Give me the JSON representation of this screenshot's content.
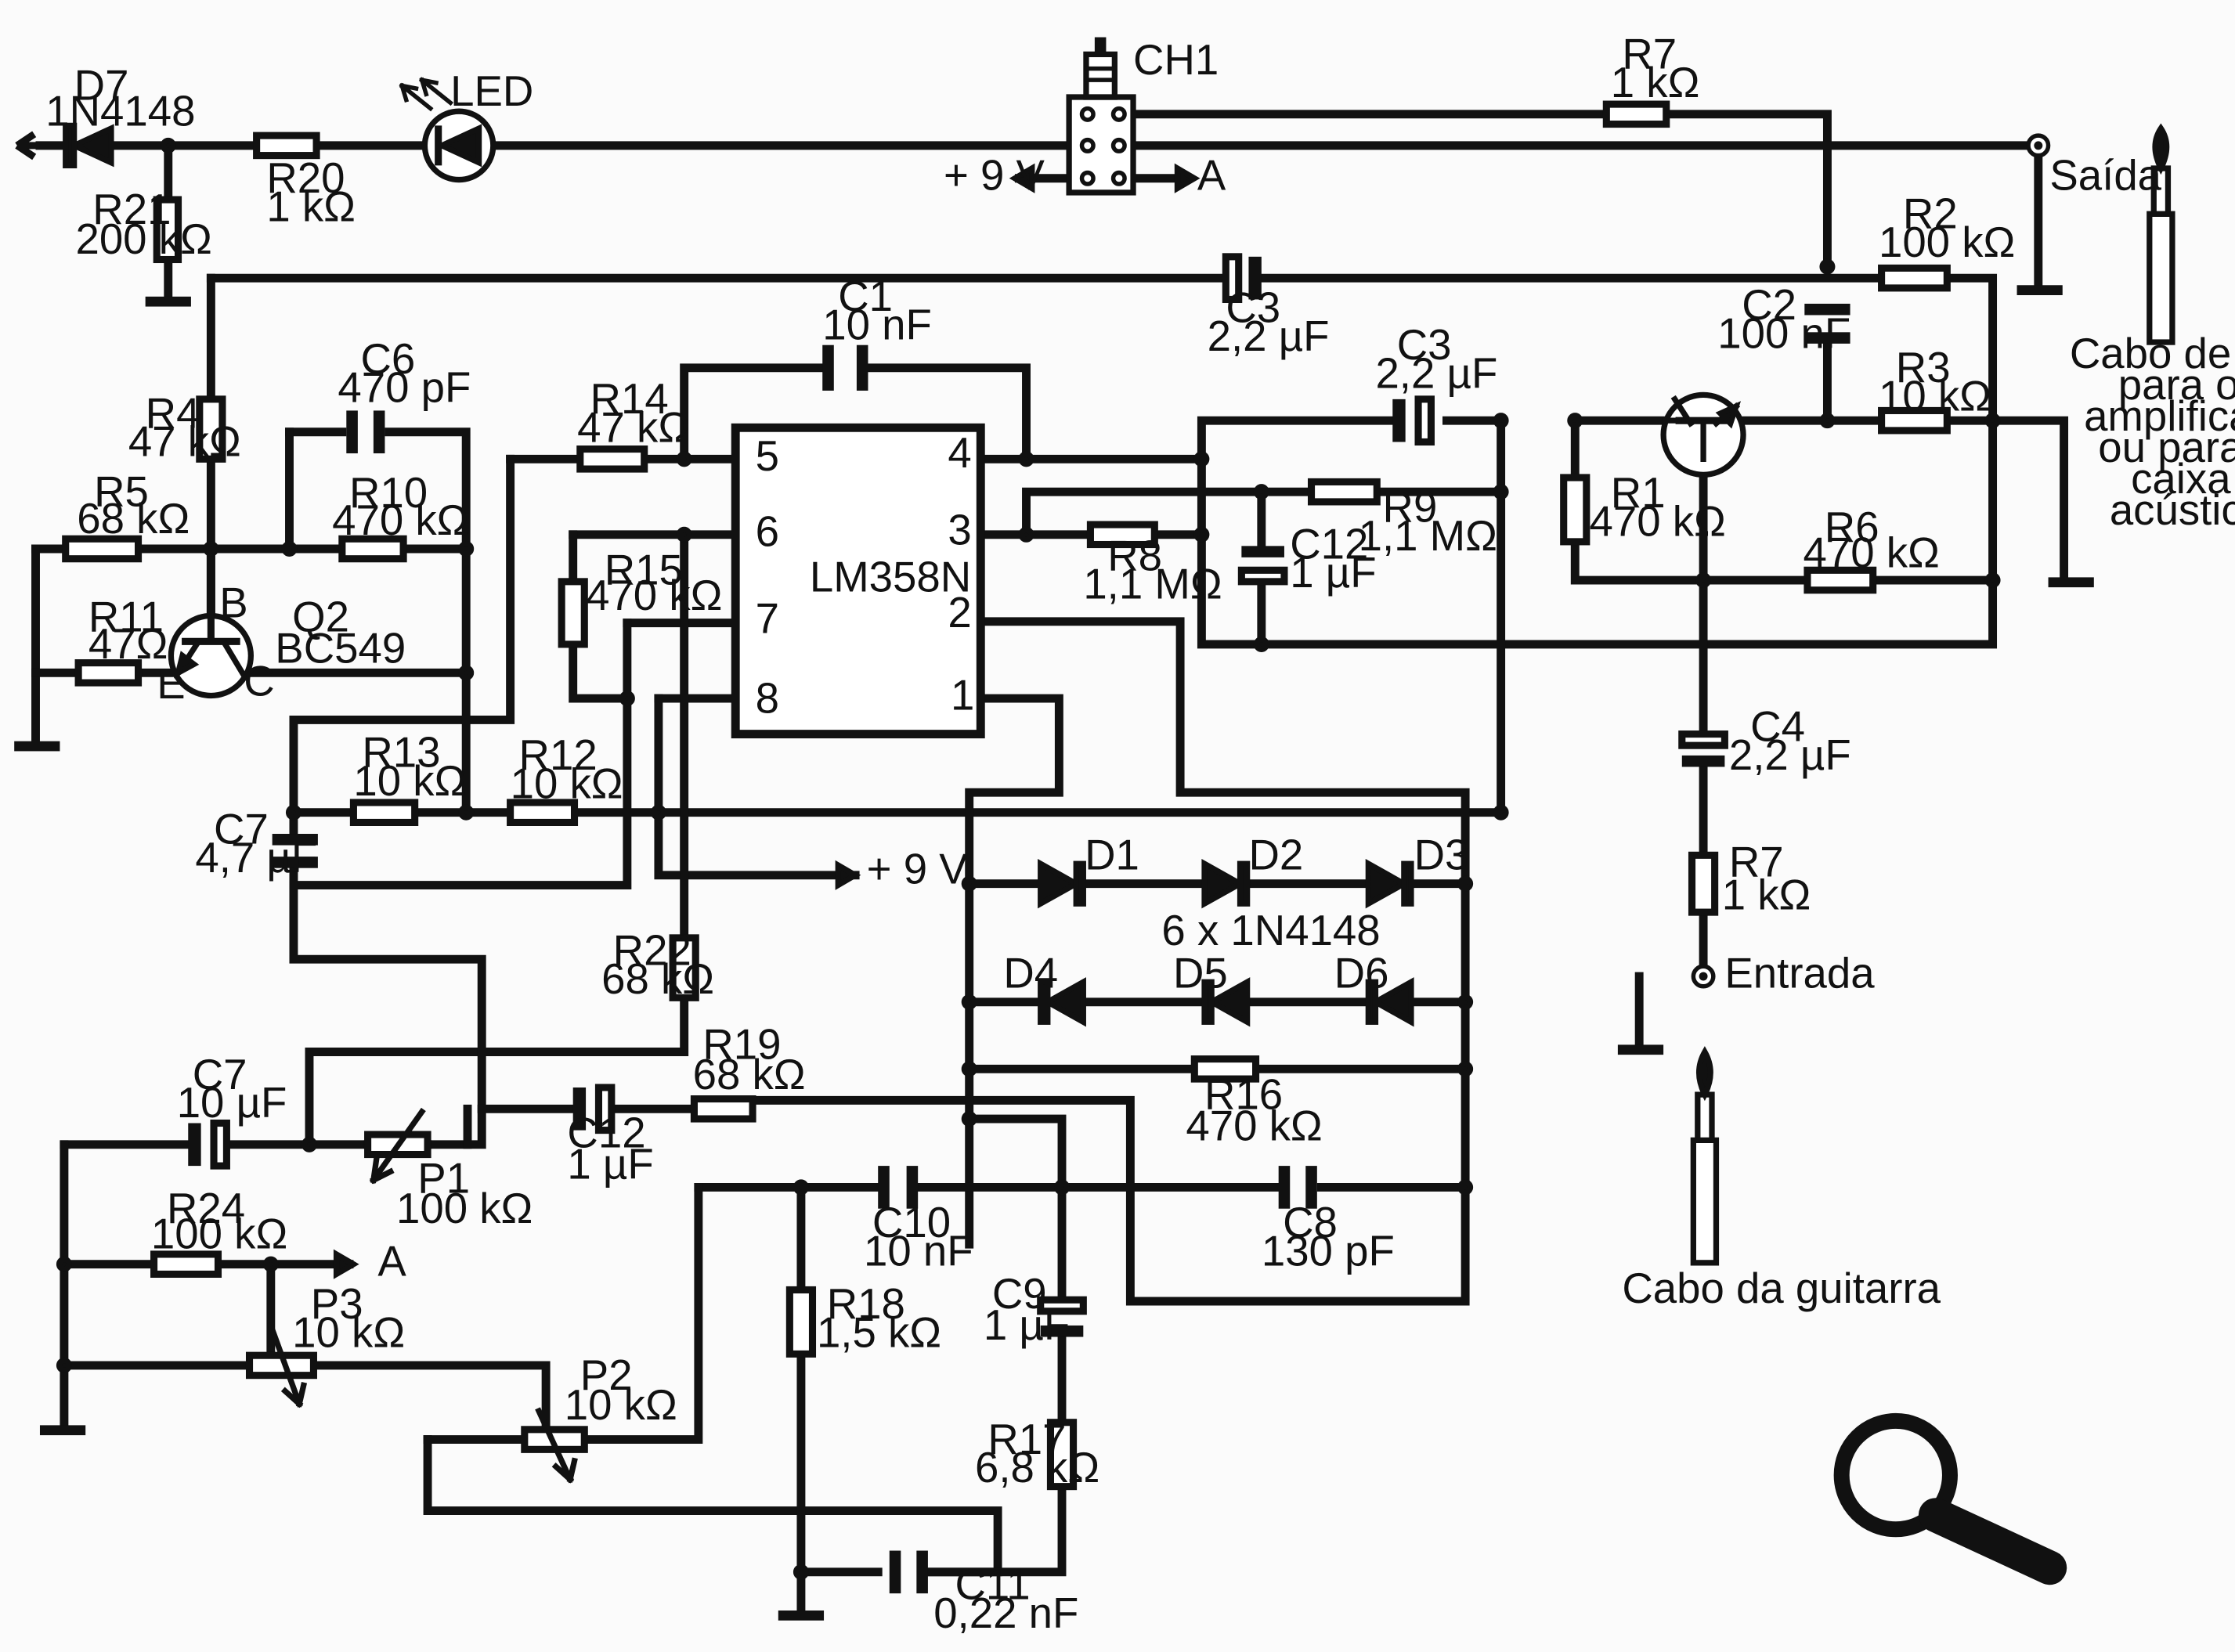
{
  "colors": {
    "ink": "#111111",
    "paper": "#fbfbfb"
  },
  "labels": {
    "D7": "D7",
    "D7_type": "1N4148",
    "LED": "LED",
    "CH1": "CH1",
    "R20": "R20",
    "R20_val": "1 kΩ",
    "R21": "R21",
    "R21_val": "200 kΩ",
    "plus9V_top": "+ 9 V",
    "A_top": "A",
    "R7_top": "R7",
    "R7_top_val": "1 kΩ",
    "saida": "Saída",
    "cabo_saida": [
      "Cabo de saída",
      "para o",
      "amplificador",
      "ou para a",
      "caixa",
      "acústica"
    ],
    "R2": "R2",
    "R2_val": "100 kΩ",
    "C2": "C2",
    "C2_val": "100 nF",
    "C3_top": "C3",
    "C3_top_val": "2,2 µF",
    "C3_mid": "C3",
    "C3_mid_val": "2,2 µF",
    "R3": "R3",
    "R3_val": "10 kΩ",
    "R1": "R1",
    "R1_val": "470 kΩ",
    "R6": "R6",
    "R6_val": "470 kΩ",
    "R9": "R9",
    "R9_val": "1,1 MΩ",
    "C12_top": "C12",
    "C12_top_val": "1 µF",
    "R8": "R8",
    "R8_val": "1,1 MΩ",
    "C1": "C1",
    "C1_val": "10 nF",
    "R14": "R14",
    "R14_val": "47 kΩ",
    "R15": "R15",
    "R15_val": "470 kΩ",
    "ic": "LM358N",
    "pins": [
      "5",
      "6",
      "7",
      "8",
      "4",
      "3",
      "2",
      "1"
    ],
    "C6": "C6",
    "C6_val": "470 pF",
    "R4": "R4",
    "R4_val": "47 kΩ",
    "R5": "R5",
    "R5_val": "68 kΩ",
    "R10": "R10",
    "R10_val": "470 kΩ",
    "R11": "R11",
    "R11_val": "47Ω",
    "Q2": "Q2",
    "Q2_type": "BC549",
    "pin_B": "B",
    "pin_E": "E",
    "pin_C": "C",
    "R13": "R13",
    "R13_val": "10 kΩ",
    "R12": "R12",
    "R12_val": "10 kΩ",
    "C7_top": "C7",
    "C7_top_val": "4,7 µF",
    "plus9V_mid": "+ 9 V",
    "C4": "C4",
    "C4_val": "2,2 µF",
    "R7_bot": "R7",
    "R7_bot_val": "1 kΩ",
    "entrada": "Entrada",
    "cabo_guitarra": "Cabo da guitarra",
    "D1": "D1",
    "D2": "D2",
    "D3": "D3",
    "D4": "D4",
    "D5": "D5",
    "D6": "D6",
    "diodes": "6 x 1N4148",
    "R16": "R16",
    "R16_val": "470 kΩ",
    "R22": "R22",
    "R22_val": "68 kΩ",
    "R19": "R19",
    "R19_val": "68 kΩ",
    "C7_bot": "C7",
    "C7_bot_val": "10 µF",
    "C12_bot": "C12",
    "C12_bot_val": "1 µF",
    "P1": "P1",
    "P1_val": "100 kΩ",
    "R24": "R24",
    "R24_val": "100 kΩ",
    "A_bot": "A",
    "P3": "P3",
    "P3_val": "10 kΩ",
    "P2": "P2",
    "P2_val": "10 kΩ",
    "C10": "C10",
    "C10_val": "10 nF",
    "C8": "C8",
    "C8_val": "130 pF",
    "C9": "C9",
    "C9_val": "1 µF",
    "R18": "R18",
    "R18_val": "1,5 kΩ",
    "R17": "R17",
    "R17_val": "6,8 kΩ",
    "C11": "C11",
    "C11_val": "0,22 nF"
  },
  "icons": {
    "zoom": "magnifier-icon"
  }
}
